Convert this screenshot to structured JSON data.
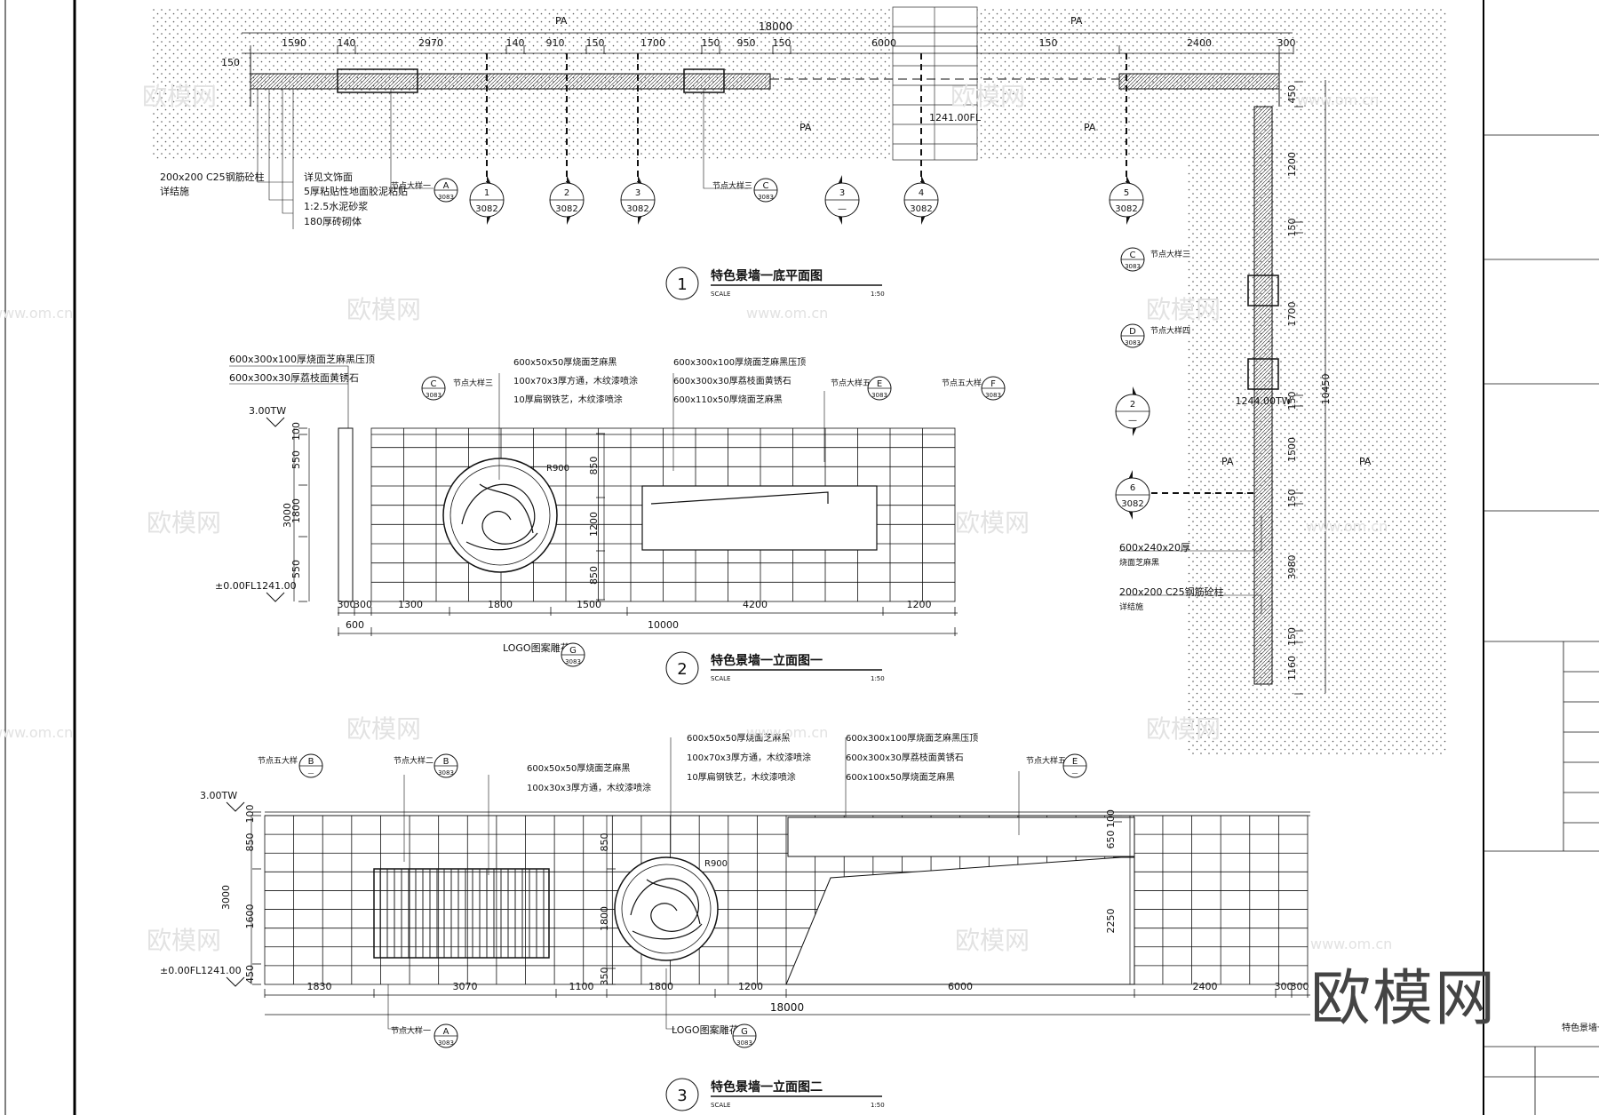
{
  "plan": {
    "title": "特色景墙一底平面图",
    "number": "1",
    "scale_label": "SCALE",
    "scale_value": "1:50",
    "zone_tag": "PA",
    "overall_dim": "18000",
    "top_dims": [
      "1590",
      "140",
      "2970",
      "140",
      "910",
      "150",
      "1700",
      "150",
      "950",
      "150",
      "6000",
      "150",
      "2400",
      "300"
    ],
    "left_dim": "150",
    "level": "1241.00FL",
    "notes": [
      "200x200 C25钢筋砼柱",
      "详结施",
      "详见文饰面",
      "5厚粘贴性地面胶泥粘贴",
      "1:2.5水泥砂浆",
      "180厚砖砌体"
    ],
    "callout_prefix": "节点大样一",
    "callout_a": "A",
    "callout_sheet": "3083",
    "callout_c_prefix": "节点大样三",
    "callout_c": "C",
    "sections": [
      {
        "no": "1",
        "ref": "3082"
      },
      {
        "no": "2",
        "ref": "3082"
      },
      {
        "no": "3",
        "ref": "3082"
      },
      {
        "no": "3",
        "ref": "—"
      },
      {
        "no": "4",
        "ref": "3082"
      },
      {
        "no": "5",
        "ref": "3082"
      }
    ]
  },
  "plan_vertical": {
    "dims": [
      "450",
      "1200",
      "150",
      "1700",
      "150",
      "1500",
      "150",
      "3980",
      "150",
      "1160"
    ],
    "overall_dim": "10450",
    "callout_c_prefix": "节点大样三",
    "callout_c": "C",
    "callout_d_prefix": "节点大样四",
    "callout_d": "D",
    "callout_sheet": "3083",
    "level": "1244.00TW",
    "section_2": {
      "no": "2",
      "ref": "—"
    },
    "section_6": {
      "no": "6",
      "ref": "3082"
    },
    "notes": [
      "600x240x20厚",
      "烧面芝麻黑",
      "200x200 C25钢筋砼柱",
      "详结施"
    ]
  },
  "elev1": {
    "title": "特色景墙一立面图一",
    "number": "2",
    "scale_label": "SCALE",
    "scale_value": "1:50",
    "top_level": "3.00TW",
    "bottom_level": "±0.00FL1241.00",
    "left_dims": [
      "100",
      "550",
      "1800",
      "550"
    ],
    "overall_height": "3000",
    "inner_dims": [
      "850",
      "1200",
      "850"
    ],
    "bottom_dims": [
      "300",
      "300",
      "1300",
      "1800",
      "1500",
      "4200",
      "1200"
    ],
    "total_dims": [
      "600",
      "10000"
    ],
    "radius": "R900",
    "notes_left": [
      "600x300x100厚烧面芝麻黑压顶",
      "600x300x30厚荔枝面黄锈石"
    ],
    "notes_mid": [
      "600x50x50厚烧面芝麻黑",
      "100x70x3厚方通，木纹漆喷涂",
      "10厚扁钢铁艺，木纹漆喷涂"
    ],
    "notes_right": [
      "600x300x100厚烧面芝麻黑压顶",
      "600x300x30厚荔枝面黄锈石",
      "600x110x50厚烧面芝麻黑"
    ],
    "callout_c_prefix": "节点大样三",
    "callout_c": "C",
    "callout_e_prefix": "节点大样五",
    "callout_e": "E",
    "callout_f_prefix": "节点五大样",
    "callout_f": "F",
    "callout_sheet": "3083",
    "logo_note": "LOGO图案雕花",
    "callout_g": "G"
  },
  "elev2": {
    "title": "特色景墙一立面图二",
    "number": "3",
    "scale_label": "SCALE",
    "scale_value": "1:50",
    "top_level": "3.00TW",
    "bottom_level": "±0.00FL1241.00",
    "left_dims": [
      "100",
      "850",
      "1600",
      "450"
    ],
    "overall_height": "3000",
    "inner_dims": [
      "850",
      "1800",
      "350"
    ],
    "right_dims": [
      "100",
      "650",
      "2250"
    ],
    "bottom_dims": [
      "1830",
      "3070",
      "1100",
      "1800",
      "1200",
      "6000",
      "2400",
      "300",
      "300"
    ],
    "total_dim": "18000",
    "radius": "R900",
    "notes_left": [
      "600x50x50厚烧面芝麻黑",
      "100x30x3厚方通，木纹漆喷涂"
    ],
    "notes_mid": [
      "600x50x50厚烧面芝麻黑",
      "100x70x3厚方通，木纹漆喷涂",
      "10厚扁钢铁艺，木纹漆喷涂"
    ],
    "notes_right": [
      "600x300x100厚烧面芝麻黑压顶",
      "600x300x30厚荔枝面黄锈石",
      "600x100x50厚烧面芝麻黑"
    ],
    "callout_b1_prefix": "节点五大样",
    "callout_b2_prefix": "节点大样二",
    "callout_b": "B",
    "callout_e_prefix": "节点大样五",
    "callout_e": "E",
    "callout_a_prefix": "节点大样一",
    "callout_a": "A",
    "callout_sheet": "3083",
    "logo_note": "LOGO图案雕花",
    "callout_g": "G"
  },
  "titleblock": {
    "drawing_name": "特色景墙一"
  },
  "watermark": {
    "brand": "欧模网",
    "url": "www.om.cn"
  }
}
